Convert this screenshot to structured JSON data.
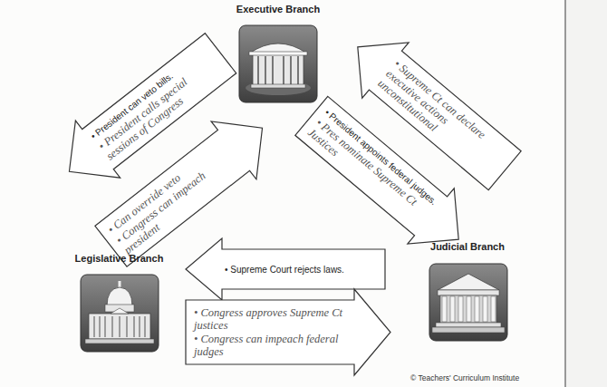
{
  "diagram": {
    "nodes": [
      {
        "text": [
          "Executive Branch"
        ]
      },
      {
        "text": [
          "• President can veto bills.",
          "• President calls special sessions of Congress"
        ]
      },
      {
        "text": [
          "• Supreme Ct can declare executive actions unconstitutional"
        ]
      },
      {
        "text": [
          "• Can override veto",
          "• Congress can impeach president"
        ]
      },
      {
        "text": [
          "• President appoints federal judges.",
          "• Pres nominate Supreme Ct Justices"
        ]
      },
      {
        "text": [
          "• Supreme Court rejects laws."
        ]
      },
      {
        "text": [
          "Judicial Branch"
        ]
      },
      {
        "text": [
          "Legislative Branch"
        ]
      },
      {
        "text": [
          "• Congress approves Supreme Ct justices",
          "• Congress can impeach federal judges"
        ]
      }
    ],
    "labels": [
      "© Teachers' Curriculum Institute"
    ]
  }
}
